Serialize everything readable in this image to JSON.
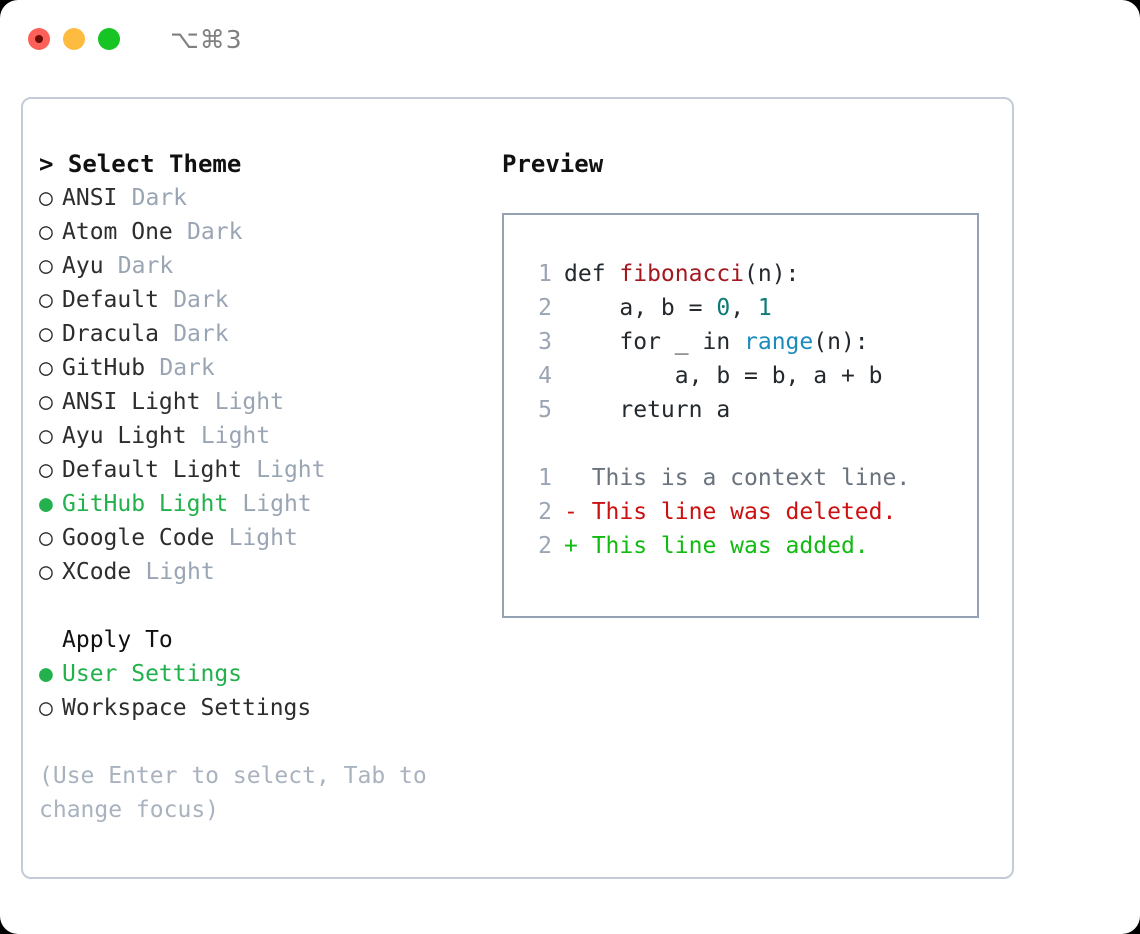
{
  "titlebar": {
    "shortcut": "⌥⌘3",
    "buttons": [
      {
        "name": "close",
        "color": "#fc6058"
      },
      {
        "name": "minimize",
        "color": "#fdbc40"
      },
      {
        "name": "maximize",
        "color": "#16c423"
      }
    ]
  },
  "theme_panel": {
    "header": "> Select Theme",
    "bullet_selected": "●",
    "bullet_unselected": "○",
    "themes": [
      {
        "name": "ANSI",
        "kind": "Dark",
        "selected": false
      },
      {
        "name": "Atom One",
        "kind": "Dark",
        "selected": false
      },
      {
        "name": "Ayu",
        "kind": "Dark",
        "selected": false
      },
      {
        "name": "Default",
        "kind": "Dark",
        "selected": false
      },
      {
        "name": "Dracula",
        "kind": "Dark",
        "selected": false
      },
      {
        "name": "GitHub",
        "kind": "Dark",
        "selected": false
      },
      {
        "name": "ANSI Light",
        "kind": "Light",
        "selected": false
      },
      {
        "name": "Ayu Light",
        "kind": "Light",
        "selected": false
      },
      {
        "name": "Default Light",
        "kind": "Light",
        "selected": false
      },
      {
        "name": "GitHub Light",
        "kind": "Light",
        "selected": true
      },
      {
        "name": "Google Code",
        "kind": "Light",
        "selected": false
      },
      {
        "name": "XCode",
        "kind": "Light",
        "selected": false
      }
    ]
  },
  "apply_to": {
    "title": "Apply To",
    "options": [
      {
        "label": "User Settings",
        "selected": true
      },
      {
        "label": "Workspace Settings",
        "selected": false
      }
    ]
  },
  "hint": "(Use Enter to select, Tab to change focus)",
  "preview": {
    "title": "Preview",
    "code_lines": [
      {
        "num": "1",
        "segments": [
          {
            "text": "def ",
            "token": "plain"
          },
          {
            "text": "fibonacci",
            "token": "fn"
          },
          {
            "text": "(n):",
            "token": "plain"
          }
        ]
      },
      {
        "num": "2",
        "segments": [
          {
            "text": "    a, b = ",
            "token": "plain"
          },
          {
            "text": "0",
            "token": "num"
          },
          {
            "text": ", ",
            "token": "plain"
          },
          {
            "text": "1",
            "token": "num"
          }
        ]
      },
      {
        "num": "3",
        "segments": [
          {
            "text": "    for _ in ",
            "token": "plain"
          },
          {
            "text": "range",
            "token": "call"
          },
          {
            "text": "(n):",
            "token": "plain"
          }
        ]
      },
      {
        "num": "4",
        "segments": [
          {
            "text": "        a, b = b, a + b",
            "token": "plain"
          }
        ]
      },
      {
        "num": "5",
        "segments": [
          {
            "text": "    return a",
            "token": "plain"
          }
        ]
      }
    ],
    "diff_lines": [
      {
        "num": "1",
        "text": "  This is a context line.",
        "token": "ctx"
      },
      {
        "num": "2",
        "text": "- This line was deleted.",
        "token": "del"
      },
      {
        "num": "2",
        "text": "+ This line was added.",
        "token": "add"
      }
    ]
  },
  "colors": {
    "accent_green": "#22b14c",
    "muted": "#9aa5b4",
    "border": "#c3cbd6",
    "preview_border": "#93a1b3",
    "fn": "#a4181f",
    "num": "#0d7a76",
    "call": "#1b8bbd",
    "diff_add": "#12bb12",
    "diff_del": "#cc1111",
    "diff_ctx": "#6a737d"
  }
}
